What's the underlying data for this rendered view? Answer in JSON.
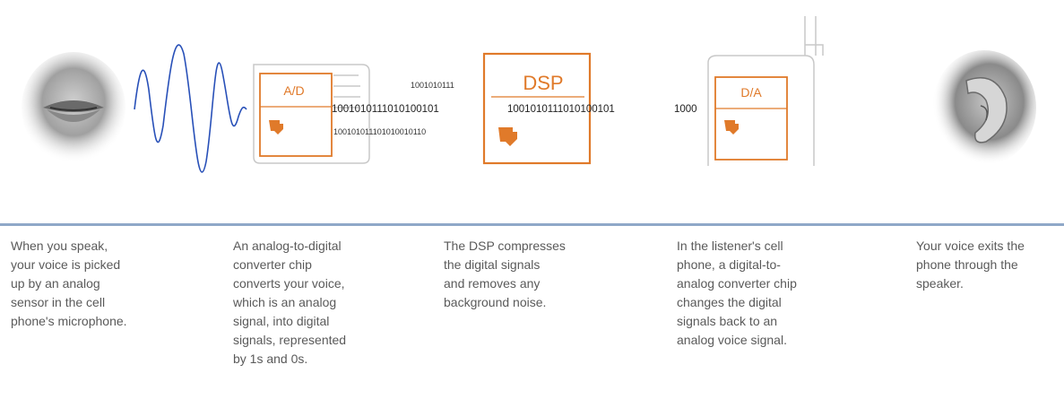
{
  "diagram": {
    "chips": {
      "ad_label": "A/D",
      "dsp_label": "DSP",
      "da_label": "D/A"
    },
    "bit_streams": {
      "top_small": "1001010111",
      "main_left": "1001010111010100101",
      "below_small": "100101011101010010110",
      "main_mid": "1001010111010100101",
      "main_right": "1000"
    },
    "colors": {
      "chip_orange": "#e07a2a",
      "wave_blue": "#2850b8",
      "phone_outline": "#c8c8c8",
      "divider": "#8fa8c8"
    },
    "icons": [
      "mouth-icon",
      "sound-wave-icon",
      "ti-logo-icon",
      "ear-icon"
    ]
  },
  "captions": [
    {
      "lines": [
        "When you speak,",
        "your voice is picked",
        "up by an analog",
        "sensor in the cell",
        "phone's microphone."
      ]
    },
    {
      "lines": [
        "An analog-to-digital",
        "converter chip",
        "converts your voice,",
        "which is an analog",
        "signal, into digital",
        "signals, represented",
        "by 1s and 0s."
      ]
    },
    {
      "lines": [
        "The DSP compresses",
        "the digital signals",
        "and removes any",
        "background noise."
      ]
    },
    {
      "lines": [
        "In the listener's cell",
        "phone, a digital-to-",
        "analog converter chip",
        "changes the digital",
        "signals back to an",
        "analog voice signal."
      ]
    },
    {
      "lines": [
        "Your voice exits the",
        "phone through the",
        "speaker."
      ]
    }
  ]
}
